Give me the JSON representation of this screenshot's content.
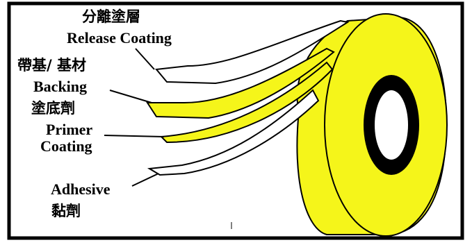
{
  "colors": {
    "frame": "#000000",
    "tape_yellow": "#f5f51a",
    "core_black": "#000000",
    "film_white": "#ffffff"
  },
  "labels": {
    "release_zh": "分離塗層",
    "release_en": "Release Coating",
    "backing_zh": "帶基/ 基材",
    "backing_en": "Backing",
    "primer_zh": "塗底劑",
    "primer_en_line1": "Primer",
    "primer_en_line2": "Coating",
    "adhesive_en": "Adhesive",
    "adhesive_zh": "黏劑"
  }
}
